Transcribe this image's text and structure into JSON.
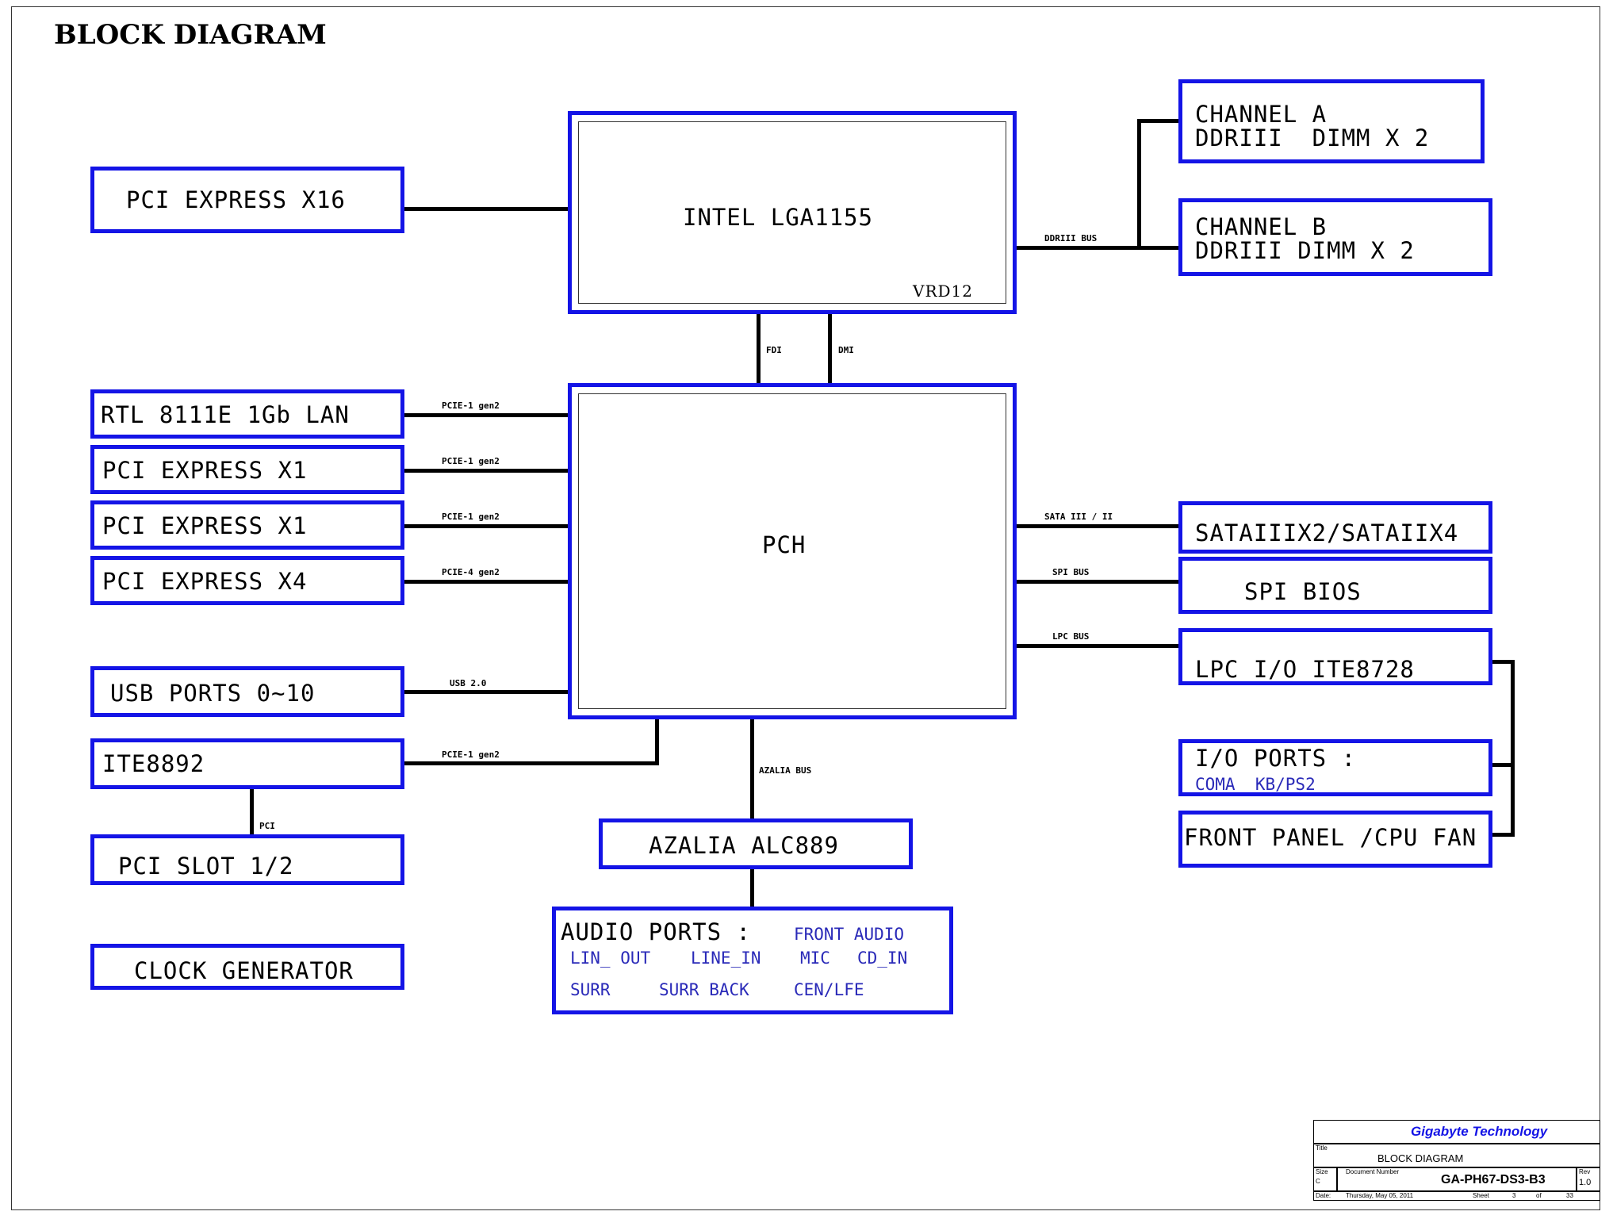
{
  "diagram": {
    "title": "BLOCK DIAGRAM",
    "cpu": {
      "label": "INTEL LGA1155",
      "sub": "VRD12"
    },
    "pch": {
      "label": "PCH"
    },
    "channel_a": {
      "line1": "CHANNEL A",
      "line2": "DDRIII  DIMM X 2"
    },
    "channel_b": {
      "line1": "CHANNEL B",
      "line2": "DDRIII DIMM X 2"
    },
    "pcie_x16": "PCI EXPRESS X16",
    "lan": "RTL 8111E 1Gb LAN",
    "pcie_x1_a": "PCI EXPRESS X1",
    "pcie_x1_b": "PCI EXPRESS X1",
    "pcie_x4": "PCI EXPRESS X4",
    "usb": "USB PORTS 0~10",
    "ite8892": "ITE8892",
    "pci_slot": "PCI SLOT 1/2",
    "clock": "CLOCK GENERATOR",
    "sata": "SATAIIIX2/SATAIIX4",
    "spi_bios": "SPI BIOS",
    "lpc_io": "LPC I/O ITE8728",
    "io_ports": {
      "label": "I/O PORTS :",
      "sub": "COMA  KB/PS2"
    },
    "front_panel": "FRONT PANEL /CPU FAN",
    "azalia": "AZALIA ALC889",
    "audio_ports": {
      "label": "AUDIO PORTS :",
      "front_audio": "FRONT AUDIO",
      "lin_out": "LIN_ OUT",
      "line_in": "LINE_IN",
      "mic": "MIC",
      "cd_in": "CD_IN",
      "surr": "SURR",
      "surr_back": "SURR BACK",
      "cen_lfe": "CEN/LFE"
    },
    "buses": {
      "ddriii": "DDRIII BUS",
      "fdi": "FDI",
      "dmi": "DMI",
      "lan": "PCIE-1 gen2",
      "x1_a": "PCIE-1 gen2",
      "x1_b": "PCIE-1 gen2",
      "x4": "PCIE-4 gen2",
      "usb": "USB 2.0",
      "ite": "PCIE-1 gen2",
      "pci": "PCI",
      "azalia": "AZALIA BUS",
      "sata": "SATA III / II",
      "spi": "SPI BUS",
      "lpc": "LPC BUS"
    }
  },
  "title_block": {
    "company": "Gigabyte Technology",
    "title_label": "Title",
    "title": "BLOCK DIAGRAM",
    "size_label": "Size",
    "size": "C",
    "doc_number_label": "Document Number",
    "doc_number": "GA-PH67-DS3-B3",
    "rev_label": "Rev",
    "rev": "1.0",
    "date_label": "Date:",
    "date": "Thursday, May 05, 2011",
    "sheet_label": "Sheet",
    "sheet": "3",
    "of_label": "of",
    "total": "33"
  },
  "colors": {
    "box_border": "#1414e6",
    "sub_text": "#2a2ab8"
  }
}
